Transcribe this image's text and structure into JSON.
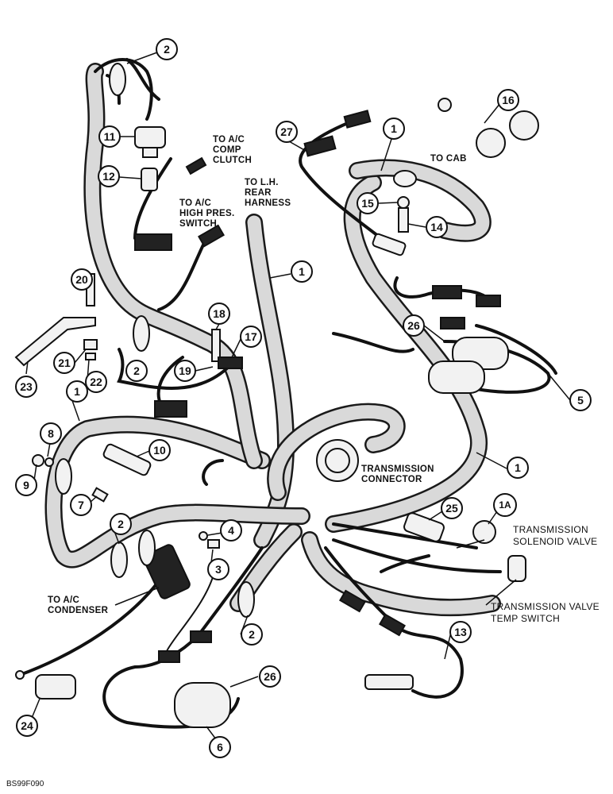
{
  "labels": {
    "to_ac_comp_clutch_1": "TO A/C",
    "to_ac_comp_clutch_2": "COMP",
    "to_ac_comp_clutch_3": "CLUTCH",
    "to_lh_rear_harness_1": "TO L.H.",
    "to_lh_rear_harness_2": "REAR",
    "to_lh_rear_harness_3": "HARNESS",
    "to_ac_high_pres_switch_1": "TO A/C",
    "to_ac_high_pres_switch_2": "HIGH PRES.",
    "to_ac_high_pres_switch_3": "SWITCH",
    "to_cab": "TO CAB",
    "transmission_connector_1": "TRANSMISSION",
    "transmission_connector_2": "CONNECTOR",
    "transmission_solenoid_valve_1": "TRANSMISSION",
    "transmission_solenoid_valve_2": "SOLENOID VALVE",
    "transmission_valve_temp_switch_1": "TRANSMISSION VALVE",
    "transmission_valve_temp_switch_2": "TEMP SWITCH",
    "to_ac_condenser_1": "TO A/C",
    "to_ac_condenser_2": "CONDENSER",
    "figure_id": "BS99F090"
  },
  "callouts": {
    "c2a": "2",
    "c11": "11",
    "c12": "12",
    "c27": "27",
    "c1a": "1",
    "c16": "16",
    "c15": "15",
    "c14": "14",
    "c20": "20",
    "c1b": "1",
    "c18": "18",
    "c17": "17",
    "c26a": "26",
    "c19": "19",
    "c21": "21",
    "c2b": "2",
    "c22": "22",
    "c23": "23",
    "c5": "5",
    "c1c": "1",
    "c8": "8",
    "c10": "10",
    "c9": "9",
    "c1d": "1",
    "c7": "7",
    "c2c": "2",
    "c4": "4",
    "c25": "25",
    "c1A": "1A",
    "c3": "3",
    "c13": "13",
    "c2d": "2",
    "c26b": "26",
    "c24": "24",
    "c6": "6"
  }
}
